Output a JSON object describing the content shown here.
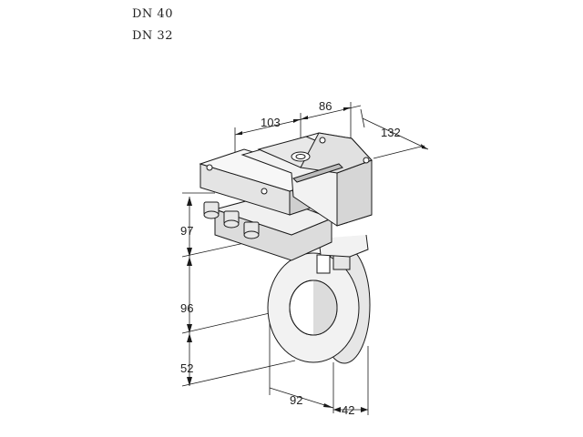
{
  "variants": [
    "DN 40",
    "DN 32"
  ],
  "dimensions": {
    "top_a": "103",
    "top_b": "86",
    "depth": "132",
    "height_upper": "97",
    "height_mid": "96",
    "height_lower": "52",
    "width_ring": "92",
    "width_thickness": "42"
  },
  "colors": {
    "line": "#1a1a1a",
    "shade_light": "#f2f2f2",
    "shade_mid": "#dcdcdc",
    "shade_dark": "#bdbdbd"
  }
}
